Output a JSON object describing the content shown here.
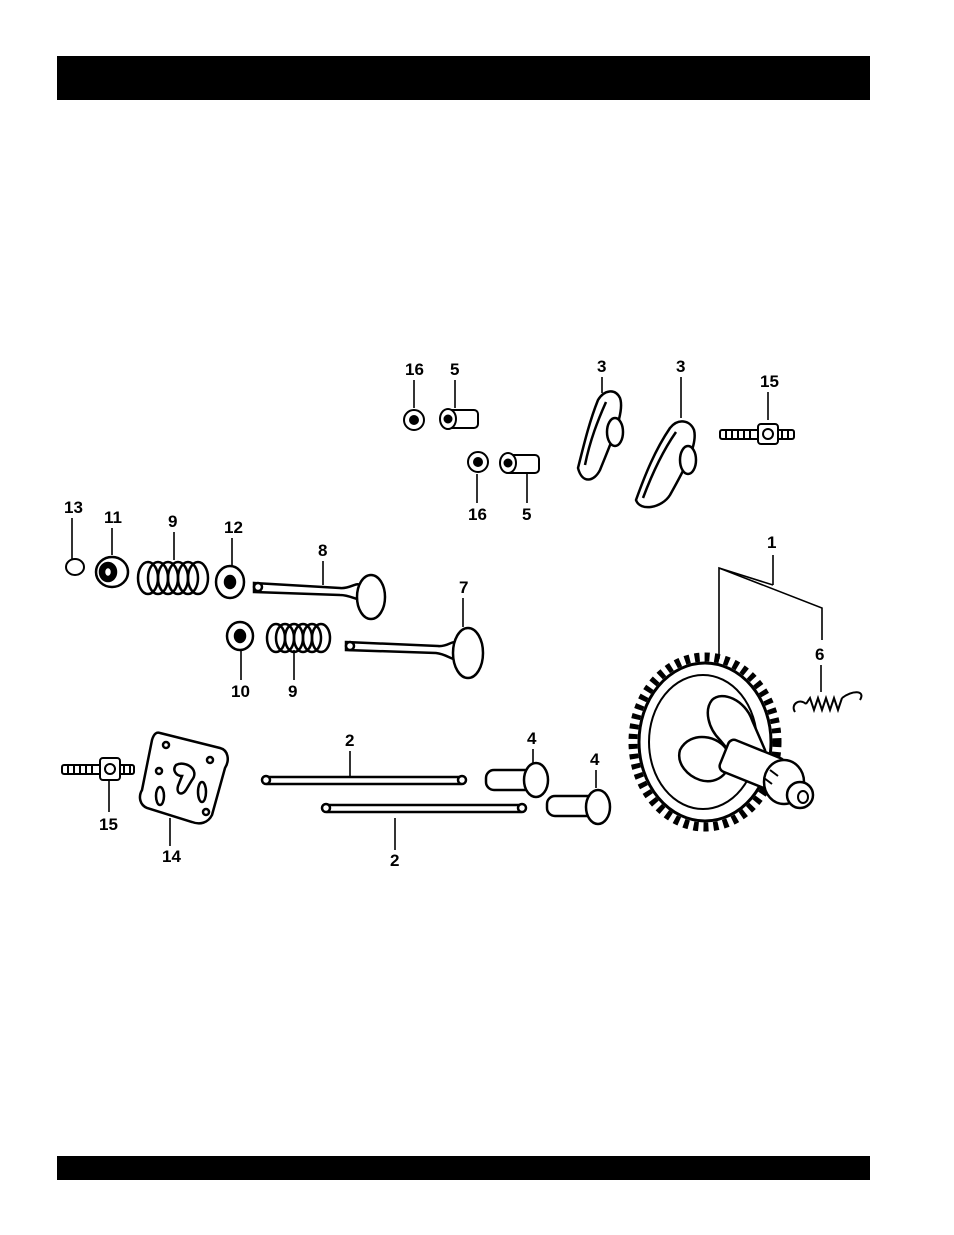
{
  "page": {
    "header_bar_color": "#000000",
    "footer_bar_color": "#000000"
  },
  "diagram": {
    "callouts": {
      "c1": "1",
      "c2": "2",
      "c2b": "2",
      "c3a": "3",
      "c3b": "3",
      "c4a": "4",
      "c4b": "4",
      "c5a": "5",
      "c5b": "5",
      "c6": "6",
      "c7": "7",
      "c8": "8",
      "c9a": "9",
      "c9b": "9",
      "c10": "10",
      "c11": "11",
      "c12": "12",
      "c13": "13",
      "c14": "14",
      "c15a": "15",
      "c15b": "15",
      "c16a": "16",
      "c16b": "16"
    }
  }
}
